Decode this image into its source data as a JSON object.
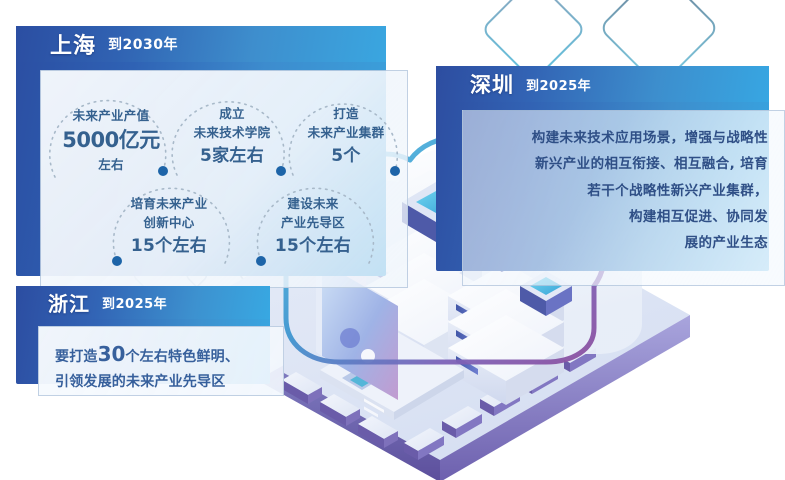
{
  "doc": {
    "kind": "infographic",
    "subject": "future-industries-regional-targets"
  },
  "panels": {
    "shanghai": {
      "city": "上海",
      "year": "到2030年",
      "bubbles": [
        {
          "id": "output-value",
          "lines": [
            "未来产业产值",
            "5000亿元",
            "左右"
          ],
          "dot": "right"
        },
        {
          "id": "future-tech-school",
          "lines": [
            "成立",
            "未来技术学院",
            "5家左右"
          ],
          "dot": "right"
        },
        {
          "id": "industry-cluster",
          "lines": [
            "打造",
            "未来产业集群",
            "5个"
          ],
          "dot": "right"
        },
        {
          "id": "innovation-center",
          "lines": [
            "培育未来产业",
            "创新中心",
            "15个左右"
          ],
          "dot": "left"
        },
        {
          "id": "pilot-zone",
          "lines": [
            "建设未来",
            "产业先导区",
            "15个左右"
          ],
          "dot": "left"
        }
      ]
    },
    "shenzhen": {
      "city": "深圳",
      "year": "到2025年",
      "body_lines": [
        "构建未来技术应用场景，增强与战略性",
        "新兴产业的相互衔接、相互融合, 培育",
        "若干个战略性新兴产业集群，",
        "构建相互促进、协同发",
        "展的产业生态"
      ]
    },
    "zhejiang": {
      "city": "浙江",
      "year": "到2025年",
      "body_line1_pre": "要打造",
      "body_line1_num": "30",
      "body_line1_post": "个左右特色鲜明、",
      "body_line2": "引领发展的未来产业先导区"
    }
  },
  "illustration": {
    "elements": [
      "cloud-outline",
      "server-racks",
      "laptop",
      "chip-board",
      "rhombus-outlines"
    ]
  },
  "colors": {
    "header_dark_blue": "#2c4da1",
    "header_light_blue": "#38a8e2",
    "bubble_text": "#35618f",
    "dot": "#1d64a8",
    "arc_dot": "#9fb4c6",
    "body_text_shenzhen": "#2f4f86",
    "body_text_zhejiang": "#37609c",
    "chip_purple": "#6b5bab",
    "cloud_teal": "#4aa8cf",
    "background": "#ffffff"
  }
}
